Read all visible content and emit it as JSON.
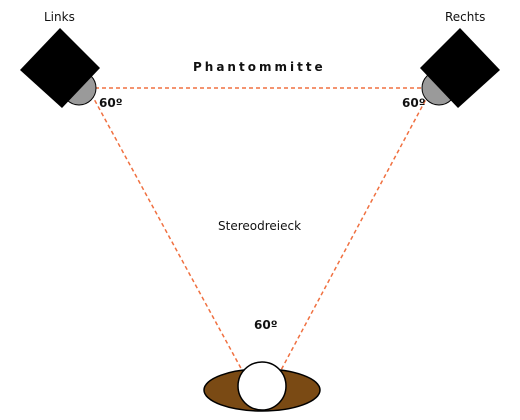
{
  "labels": {
    "left_speaker": "Links",
    "right_speaker": "Rechts",
    "phantom_center": "Phantommitte",
    "triangle": "Stereodreieck"
  },
  "angles": {
    "left": "60º",
    "right": "60º",
    "listener": "60º"
  },
  "colors": {
    "line": "#f07040",
    "speaker": "#000000",
    "speaker_cone": "#9a9a9a",
    "listener_body": "#7a4a14",
    "listener_head": "#ffffff"
  }
}
